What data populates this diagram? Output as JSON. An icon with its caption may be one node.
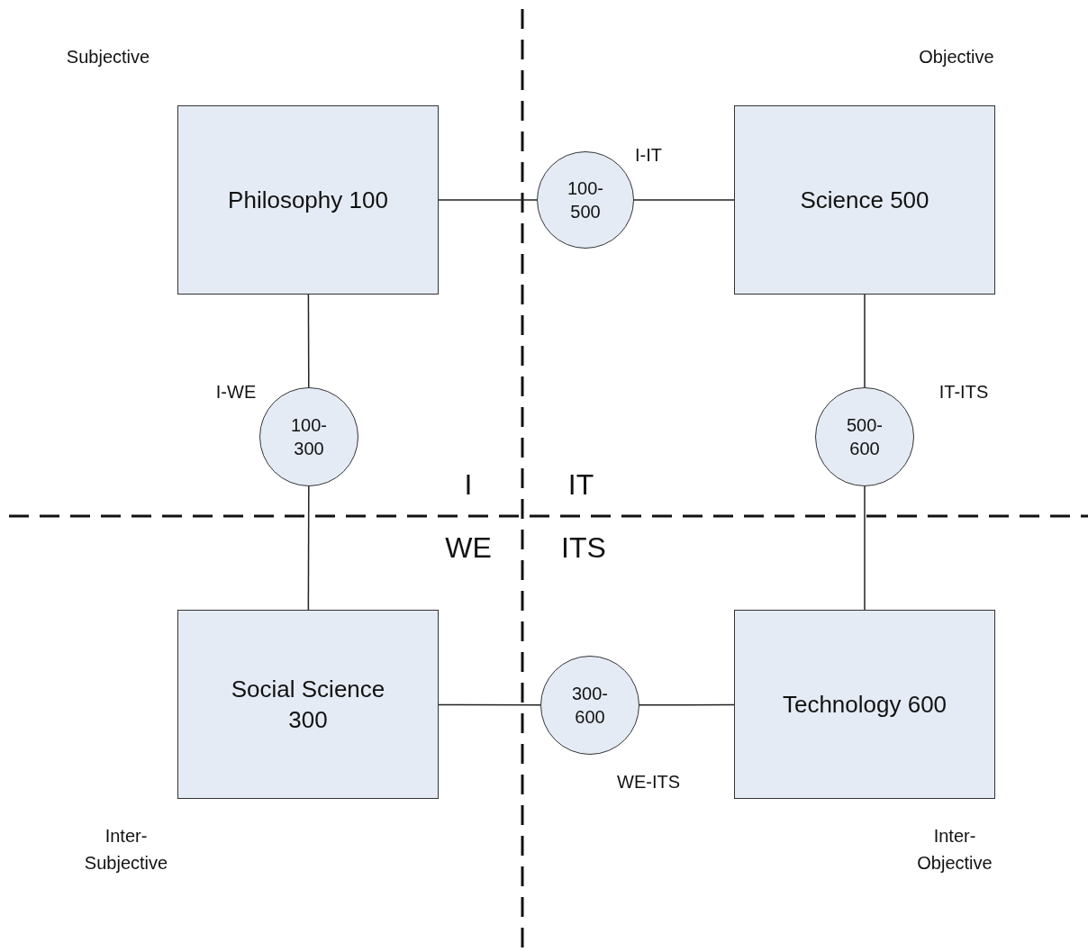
{
  "diagram": {
    "nodes": [
      {
        "text": [
          "Philosophy 100"
        ]
      },
      {
        "text": [
          "100- 500"
        ],
        "beside": [
          "I-IT"
        ]
      },
      {
        "text": [
          "Science 500"
        ]
      },
      {
        "text": [
          "100- 300"
        ],
        "beside": [
          "I-WE"
        ]
      },
      {
        "text": [
          "500- 600"
        ],
        "beside": [
          "IT-ITS"
        ]
      },
      {
        "text": [
          "Social Science 300"
        ]
      },
      {
        "text": [
          "300- 600"
        ],
        "beside": [
          "WE-ITS"
        ]
      },
      {
        "text": [
          "Technology 600"
        ]
      }
    ],
    "edges": [
      {
        "from": 0,
        "to": 1,
        "arrow": "none"
      },
      {
        "from": 1,
        "to": 2,
        "arrow": "none"
      },
      {
        "from": 0,
        "to": 3,
        "arrow": "none"
      },
      {
        "from": 3,
        "to": 5,
        "arrow": "none"
      },
      {
        "from": 2,
        "to": 4,
        "arrow": "none"
      },
      {
        "from": 4,
        "to": 7,
        "arrow": "none"
      },
      {
        "from": 5,
        "to": 6,
        "arrow": "none"
      },
      {
        "from": 6,
        "to": 7,
        "arrow": "none"
      }
    ],
    "labels": [
      "Subjective",
      "Objective",
      "I",
      "IT",
      "WE",
      "ITS",
      "Inter- Subjective",
      "Inter- Objective"
    ]
  }
}
